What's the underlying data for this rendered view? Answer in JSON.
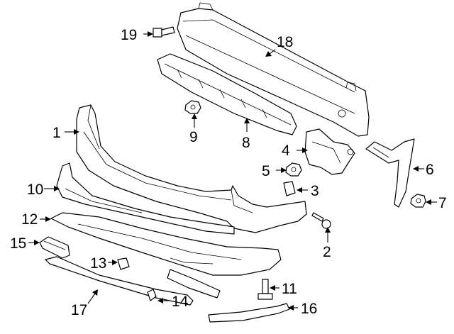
{
  "callouts": {
    "c1": "1",
    "c2": "2",
    "c4": "4",
    "c5": "5",
    "c3": "3",
    "c6": "6",
    "c7": "7",
    "c8": "8",
    "c9": "9",
    "c10": "10",
    "c11": "11",
    "c12": "12",
    "c13": "13",
    "c14": "14",
    "c15": "15",
    "c16": "16",
    "c17": "17",
    "c18": "18",
    "c19": "19"
  },
  "icons": {
    "arrowhead": "filled-triangle"
  }
}
